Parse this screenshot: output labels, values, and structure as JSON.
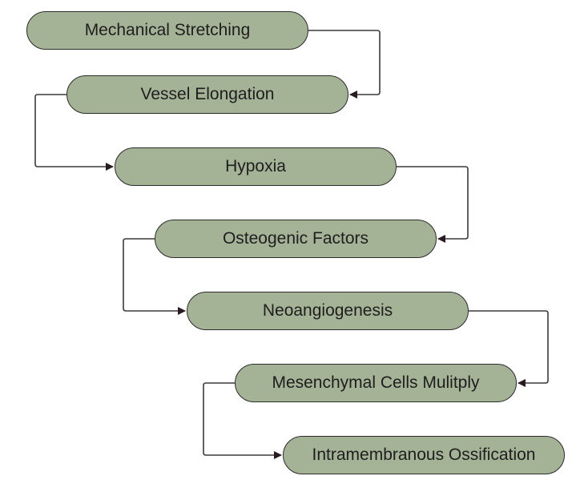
{
  "steps": [
    "Mechanical Stretching",
    "Vessel Elongation",
    "Hypoxia",
    "Osteogenic Factors",
    "Neoangiogenesis",
    "Mesenchymal Cells Mulitply",
    "Intramembranous Ossification"
  ],
  "colors": {
    "node_fill": "#a4b296",
    "node_border": "#2b2b2b",
    "connector": "#3a3a3a",
    "arrowhead": "#2a1a22",
    "text": "#1e1e1e"
  }
}
